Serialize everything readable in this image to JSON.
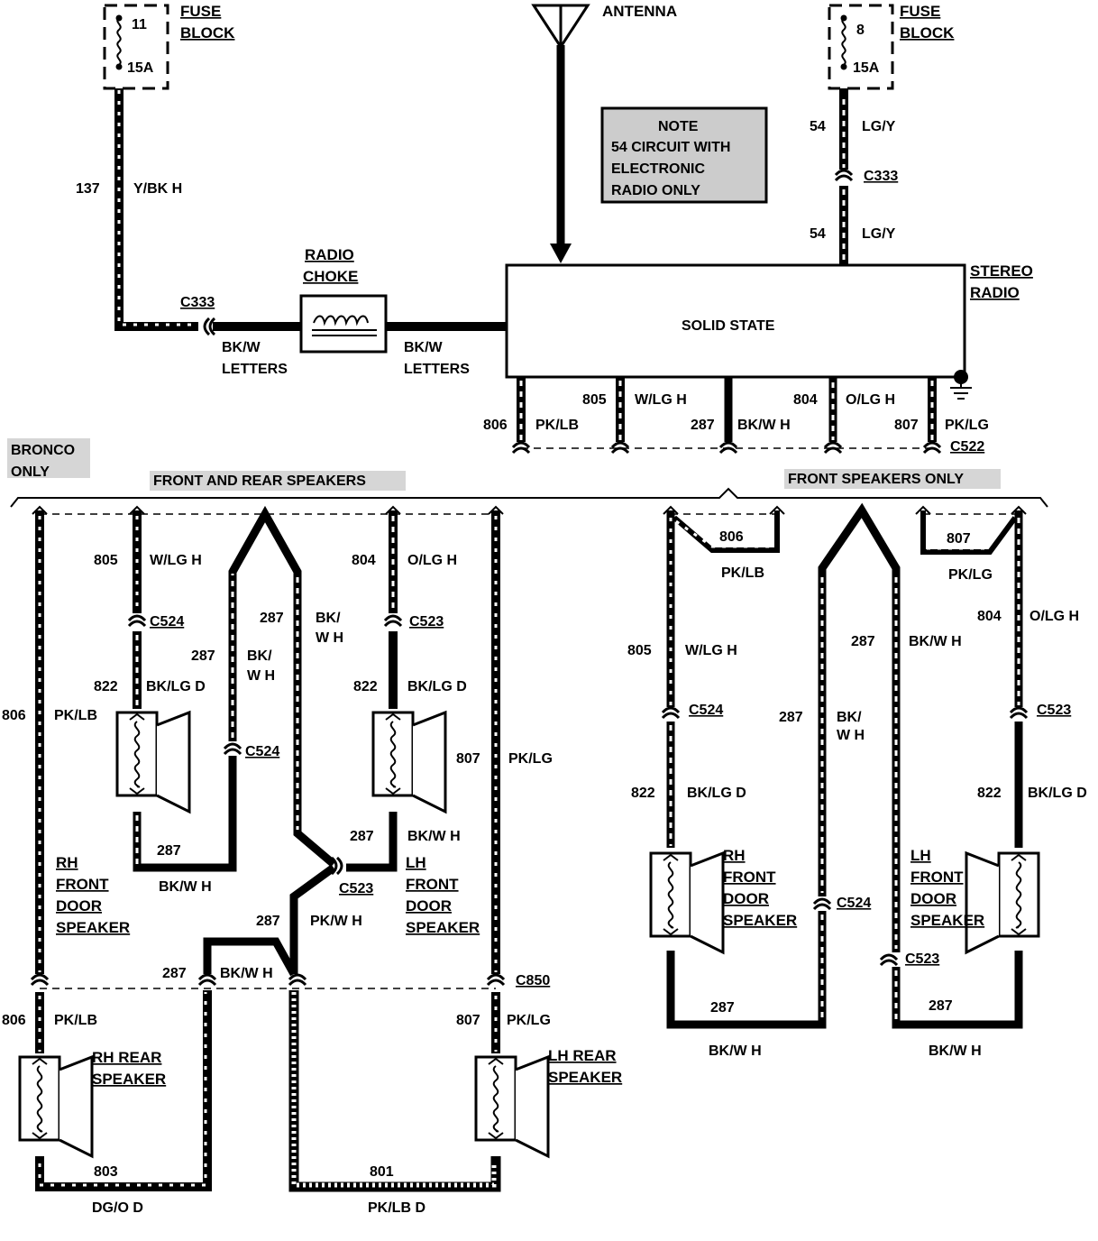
{
  "top": {
    "fuse_left": {
      "title_1": "FUSE",
      "title_2": "BLOCK",
      "number": "11",
      "amps": "15A"
    },
    "fuse_right": {
      "title_1": "FUSE",
      "title_2": "BLOCK",
      "number": "8",
      "amps": "15A"
    },
    "antenna": "ANTENNA",
    "note": [
      "NOTE",
      "54 CIRCUIT WITH",
      "ELECTRONIC",
      "RADIO ONLY"
    ],
    "wire_137": {
      "num": "137",
      "color": "Y/BK H"
    },
    "connector_c333_left": "C333",
    "radio_choke": {
      "line1": "RADIO",
      "line2": "CHOKE"
    },
    "bkw_left": {
      "line1": "BK/W",
      "line2": "LETTERS"
    },
    "bkw_right": {
      "line1": "BK/W",
      "line2": "LETTERS"
    },
    "wire_54_upper": {
      "num": "54",
      "color": "LG/Y"
    },
    "connector_c333_right": "C333",
    "wire_54_lower": {
      "num": "54",
      "color": "LG/Y"
    },
    "radio_box": "SOLID STATE",
    "stereo_radio": {
      "line1": "STEREO",
      "line2": "RADIO"
    },
    "outputs": {
      "w806": {
        "num": "806",
        "color": "PK/LB"
      },
      "w805": {
        "num": "805",
        "color": "W/LG H"
      },
      "w287": {
        "num": "287",
        "color": "BK/W H"
      },
      "w804": {
        "num": "804",
        "color": "O/LG H"
      },
      "w807": {
        "num": "807",
        "color": "PK/LG"
      },
      "connector": "C522"
    }
  },
  "bronco": {
    "line1": "BRONCO",
    "line2": "ONLY"
  },
  "section_front_rear": "FRONT AND REAR SPEAKERS",
  "section_front_only": "FRONT SPEAKERS ONLY",
  "left_section": {
    "w805": {
      "num": "805",
      "color": "W/LG H"
    },
    "c524_top": "C524",
    "w822_a": {
      "num": "822",
      "color": "BK/LG D"
    },
    "w287_a": {
      "num": "287",
      "color_1": "BK/",
      "color_2": "W H"
    },
    "c524_mid": "C524",
    "w287_b": {
      "num": "287",
      "color_1": "BK/",
      "color_2": "W H"
    },
    "w804": {
      "num": "804",
      "color": "O/LG H"
    },
    "c523_top": "C523",
    "w822_b": {
      "num": "822",
      "color": "BK/LG D"
    },
    "w806": {
      "num": "806",
      "color": "PK/LB"
    },
    "w807": {
      "num": "807",
      "color": "PK/LG"
    },
    "w287_c": {
      "num": "287",
      "color": "BK/W H"
    },
    "w287_d": {
      "num": "287",
      "color": "BK/W H"
    },
    "c523_mid": "C523",
    "rh_front": [
      "RH",
      "FRONT",
      "DOOR",
      "SPEAKER"
    ],
    "lh_front": [
      "LH",
      "FRONT",
      "DOOR",
      "SPEAKER"
    ],
    "w287_e": {
      "num": "287",
      "color": "PK/W H"
    },
    "w287_f": {
      "num": "287",
      "color": "BK/W H"
    },
    "c850": "C850",
    "w806_low": {
      "num": "806",
      "color": "PK/LB"
    },
    "w807_low": {
      "num": "807",
      "color": "PK/LG"
    },
    "rh_rear": [
      "RH REAR",
      "SPEAKER"
    ],
    "lh_rear": [
      "LH REAR",
      "SPEAKER"
    ],
    "w803": {
      "num": "803",
      "color": "DG/O D"
    },
    "w801": {
      "num": "801",
      "color": "PK/LB D"
    }
  },
  "right_section": {
    "w806": {
      "num": "806",
      "color": "PK/LB"
    },
    "w807": {
      "num": "807",
      "color": "PK/LG"
    },
    "w805": {
      "num": "805",
      "color": "W/LG H"
    },
    "w287_top": {
      "num": "287",
      "color": "BK/W H"
    },
    "w804": {
      "num": "804",
      "color": "O/LG H"
    },
    "c524_a": "C524",
    "w287_mid": {
      "num": "287",
      "color_1": "BK/",
      "color_2": "W H"
    },
    "c523_a": "C523",
    "w822_a": {
      "num": "822",
      "color": "BK/LG D"
    },
    "w822_b": {
      "num": "822",
      "color": "BK/LG D"
    },
    "rh_front": [
      "RH",
      "FRONT",
      "DOOR",
      "SPEAKER"
    ],
    "lh_front": [
      "LH",
      "FRONT",
      "DOOR",
      "SPEAKER"
    ],
    "c524_b": "C524",
    "c523_b": "C523",
    "w287_bl": {
      "num": "287",
      "color": "BK/W H"
    },
    "w287_br": {
      "num": "287",
      "color": "BK/W H"
    }
  }
}
